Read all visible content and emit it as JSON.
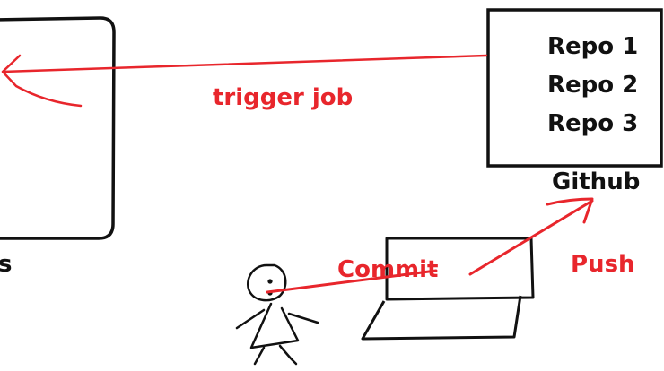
{
  "left_box": {
    "label_fragment": "s"
  },
  "github_box": {
    "repos": [
      "Repo 1",
      "Repo 2",
      "Repo 3"
    ],
    "caption": "Github"
  },
  "arrows": {
    "trigger_label": "trigger job",
    "commit_label": "Commit",
    "push_label": "Push"
  },
  "colors": {
    "ink": "#111111",
    "accent": "#e8262c"
  }
}
